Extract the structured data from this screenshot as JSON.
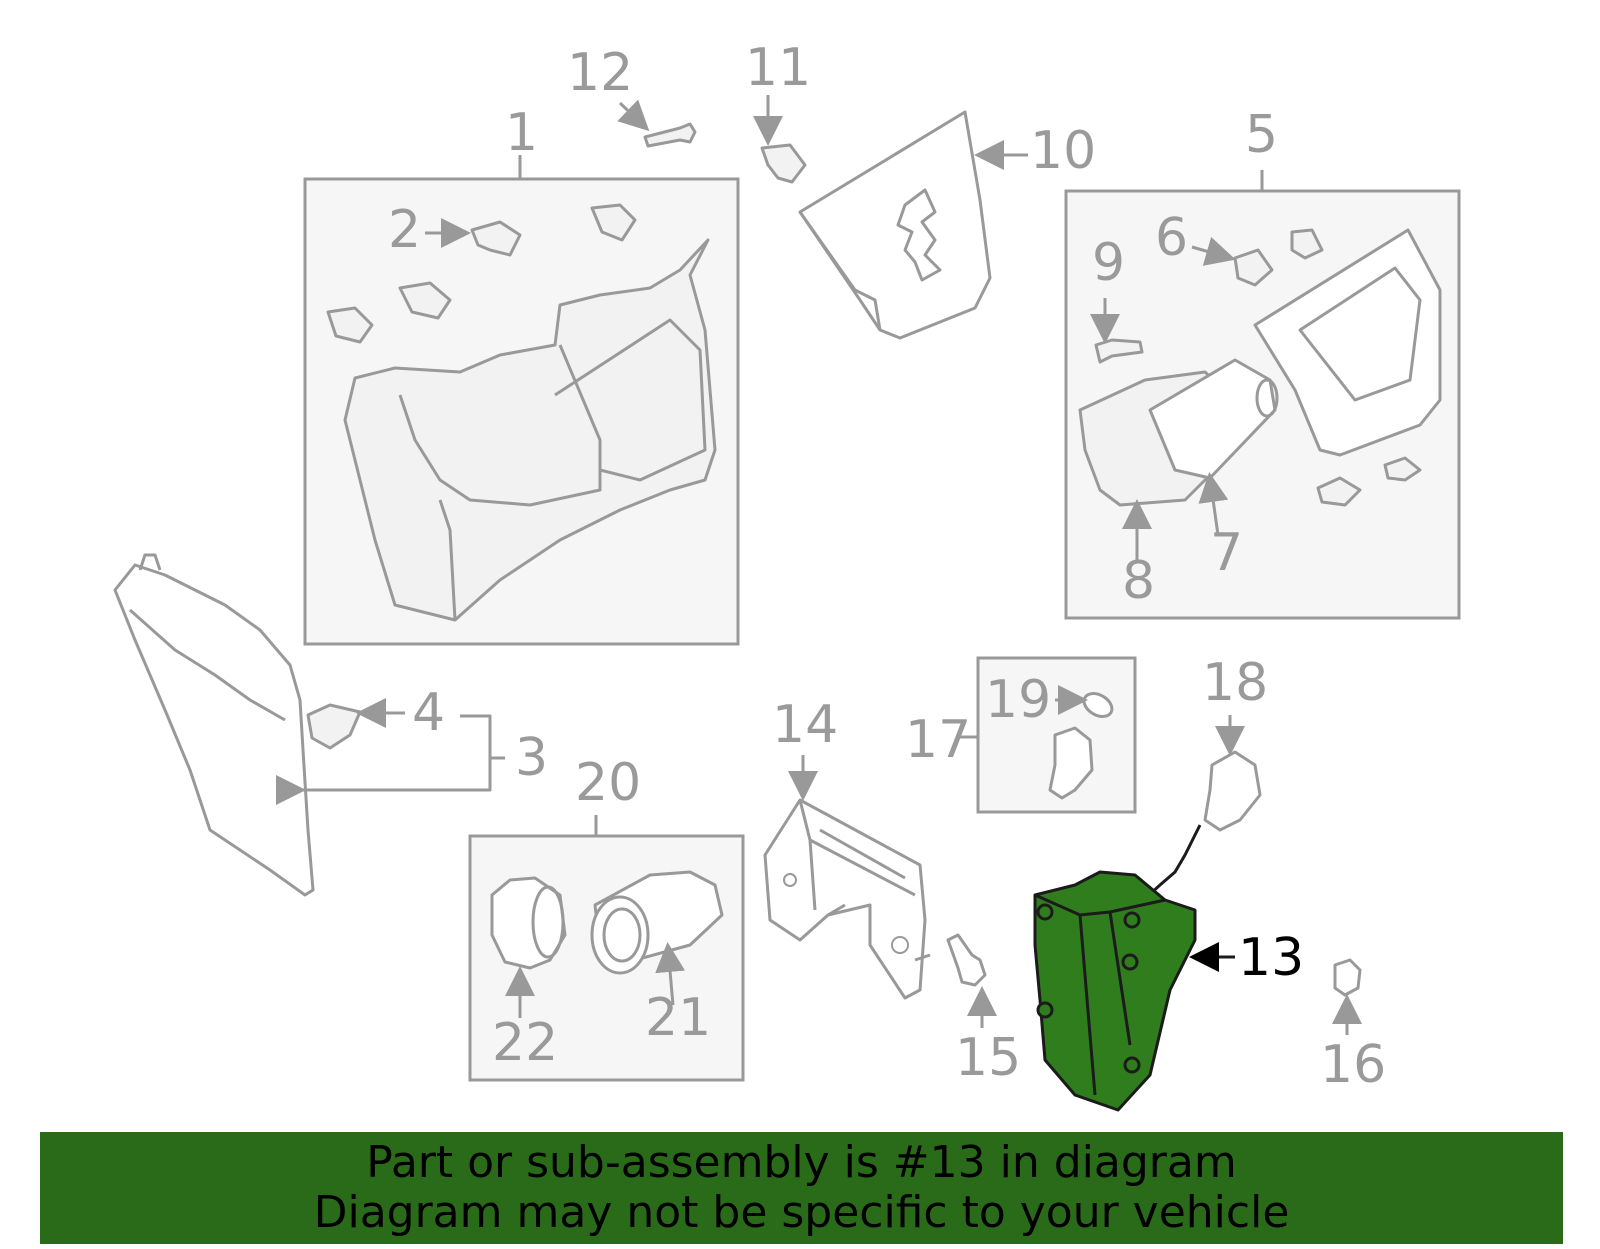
{
  "callouts": {
    "c1": "1",
    "c2": "2",
    "c3": "3",
    "c4": "4",
    "c5": "5",
    "c6": "6",
    "c7": "7",
    "c8": "8",
    "c9": "9",
    "c10": "10",
    "c11": "11",
    "c12": "12",
    "c13": "13",
    "c14": "14",
    "c15": "15",
    "c16": "16",
    "c17": "17",
    "c18": "18",
    "c19": "19",
    "c20": "20",
    "c21": "21",
    "c22": "22"
  },
  "highlighted_part": "13",
  "colors": {
    "highlight": "#2f7d1c",
    "banner": "#2a6b1a",
    "line": "#999999"
  },
  "banner": {
    "line1": "Part or sub-assembly is #13 in diagram",
    "line2": "Diagram may not be specific to your vehicle"
  }
}
